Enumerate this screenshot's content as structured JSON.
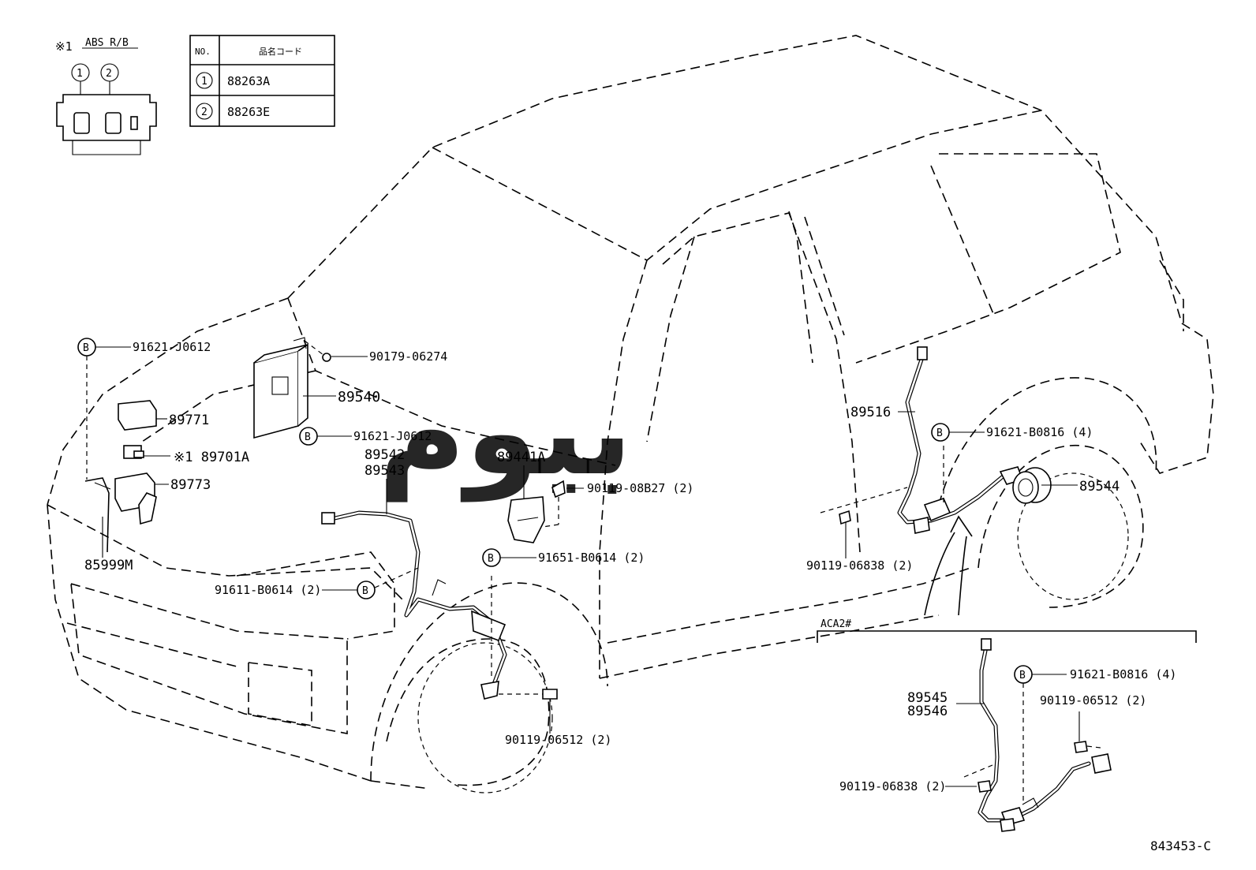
{
  "header": {
    "note_label": "※1",
    "note_title": "ABS R/B",
    "pin1": "1",
    "pin2": "2"
  },
  "table": {
    "col_no": "NO.",
    "col_code": "品名コード",
    "rows": [
      {
        "no": "1",
        "code": "88263A"
      },
      {
        "no": "2",
        "code": "88263E"
      }
    ]
  },
  "callouts": {
    "b_mark": "B",
    "p91621_J0612_a": "91621-J0612",
    "p90179_06274": "90179-06274",
    "p89540": "89540",
    "p91621_J0612_b": "91621-J0612",
    "p89771": "89771",
    "p89701A": "※1 89701A",
    "p89773": "89773",
    "p85999M": "85999M",
    "p89542": "89542",
    "p89543": "89543",
    "p89441A": "89441A",
    "p90119_08B27": "90119-08B27 (2)",
    "p91651_B0614": "91651-B0614 (2)",
    "p91611_B0614": "91611-B0614 (2)",
    "p90119_06512_front": "90119-06512 (2)",
    "p89516": "89516",
    "p91621_B0816": "91621-B0816 (4)",
    "p89544": "89544",
    "p90119_06838": "90119-06838 (2)"
  },
  "inset": {
    "title": "ACA2#",
    "p91621_B0816": "91621-B0816 (4)",
    "p90119_06512": "90119-06512 (2)",
    "p89545": "89545",
    "p89546": "89546",
    "p90119_06838": "90119-06838 (2)"
  },
  "diagram_id": "843453-C",
  "watermark": "بيوم"
}
